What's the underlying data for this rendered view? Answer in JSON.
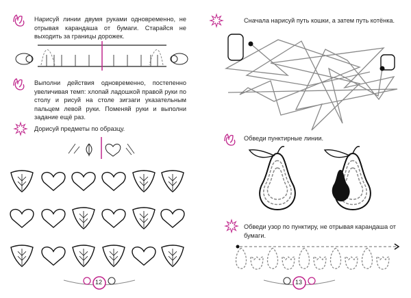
{
  "left_page": {
    "task1": "Нарисуй линии двумя руками одновременно, не отрывая карандаша от бумаги. Старайся не выходить за границы дорожек.",
    "task2": "Выполни действия одновременно, постепенно увеличивая темп: хлопай ладошкой правой руки по столу и рисуй на столе зигзаги указательным пальцем левой руки. Поменяй руки и выполни задание ещё раз.",
    "task3": "Дорисуй предметы по образцу.",
    "grid": [
      [
        "leaf",
        "heart",
        "heart",
        "heart",
        "leaf",
        "leaf"
      ],
      [
        "heart",
        "heart",
        "leaf",
        "heart",
        "leaf",
        "heart"
      ],
      [
        "leaf",
        "heart",
        "leaf",
        "leaf",
        "heart",
        "leaf"
      ]
    ],
    "page_number": "12"
  },
  "right_page": {
    "task1": "Сначала нарисуй путь кошки, а затем путь котёнка.",
    "task2": "Обведи пунктирные линии.",
    "task3": "Обведи узор по пунктиру, не отрывая карандаша от бумаги.",
    "page_number": "13"
  },
  "colors": {
    "accent": "#c0268c",
    "line": "#888888"
  }
}
